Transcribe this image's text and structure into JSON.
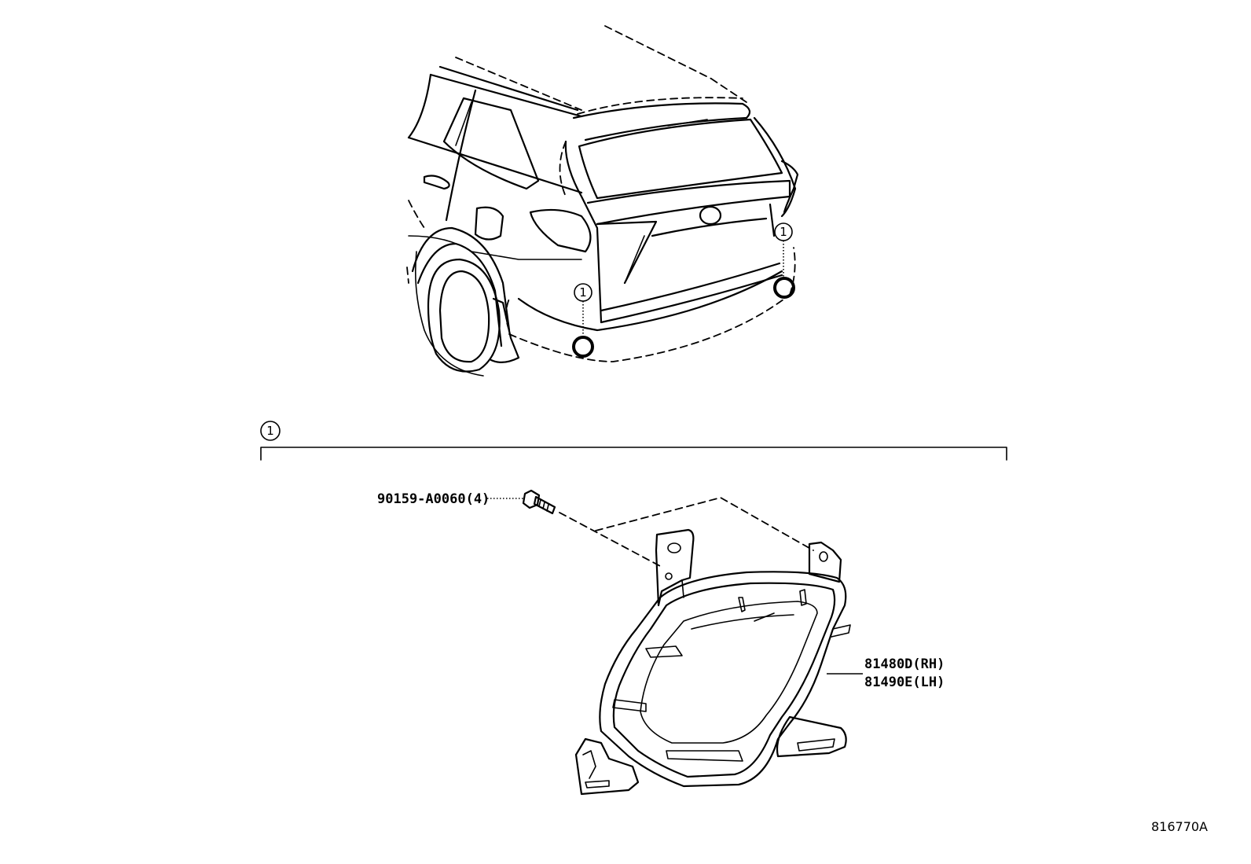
{
  "callouts": {
    "ref_a": "1",
    "ref_b": "1",
    "ref_group": "1"
  },
  "parts": {
    "bolt": "90159-A0060(4)",
    "reflector_rh": "81480D(RH)",
    "reflector_lh": "81490E(LH)"
  },
  "illustration_code": "816770A"
}
